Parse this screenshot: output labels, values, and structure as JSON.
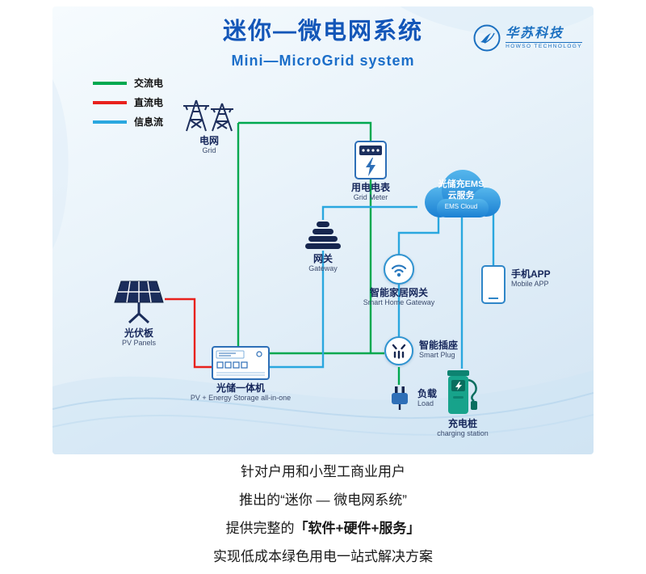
{
  "header": {
    "title": "迷你—微电网系统",
    "subtitle": "Mini—MicroGrid system",
    "logo_name": "华苏科技",
    "logo_sub": "HOWSO TECHNOLOGY"
  },
  "legend": {
    "items": [
      {
        "id": "ac",
        "label": "交流电",
        "color": "#00a84f"
      },
      {
        "id": "dc",
        "label": "直流电",
        "color": "#e8211d"
      },
      {
        "id": "info",
        "label": "信息流",
        "color": "#2aa7df"
      }
    ]
  },
  "nodes": {
    "grid": {
      "label": "电网",
      "sub": "Grid"
    },
    "meter": {
      "label": "用电电表",
      "sub": "Grid Meter"
    },
    "cloud": {
      "line1": "光储充EMS",
      "line2": "云服务",
      "sub": "EMS Cloud"
    },
    "gateway": {
      "label": "网关",
      "sub": "Gateway"
    },
    "shg": {
      "label": "智能家居网关",
      "sub": "Smart Home Gateway"
    },
    "app": {
      "label": "手机APP",
      "sub": "Mobile APP"
    },
    "pv": {
      "label": "光伏板",
      "sub": "PV Panels"
    },
    "storage": {
      "label": "光储一体机",
      "sub": "PV + Energy Storage all-in-one"
    },
    "plug": {
      "label": "智能插座",
      "sub": "Smart Plug"
    },
    "load": {
      "label": "负载",
      "sub": "Load"
    },
    "charger": {
      "label": "充电桩",
      "sub": "charging station"
    }
  },
  "footer": {
    "line1": "针对户用和小型工商业用户",
    "line2": "推出的“迷你 — 微电网系统”",
    "line3_prefix": "提供完整的",
    "line3_bold": "「软件+硬件+服务」",
    "line4": "实现低成本绿色用电一站式解决方案"
  },
  "colors": {
    "accent_blue": "#1356b8",
    "panel_light_blue": "#e9f3fa",
    "cloud_blue": "#1a7fd2",
    "device_navy": "#16264f",
    "charger_teal": "#17a38b"
  }
}
